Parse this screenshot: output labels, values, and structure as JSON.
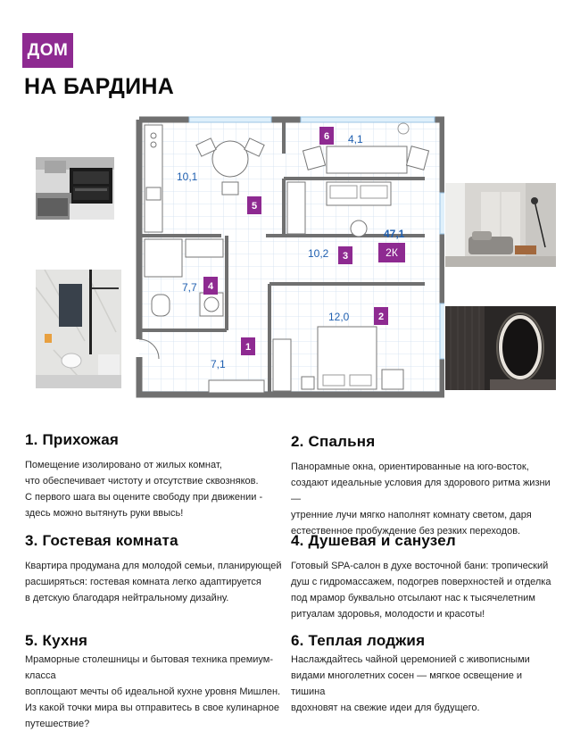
{
  "brand": {
    "title": "ДОМ",
    "subtitle": "НА БАРДИНА"
  },
  "plan": {
    "areas": {
      "kitchen": "10,1",
      "loggia": "4,1",
      "guest": "10,2",
      "total": "47,1",
      "bathroom": "7,7",
      "bedroom": "12,0",
      "hallway": "7,1"
    },
    "badges": [
      "1",
      "2",
      "3",
      "4",
      "5",
      "6"
    ],
    "type_badge": "2К"
  },
  "sections": [
    {
      "title": "1. Прихожая",
      "lines": [
        "Помещение изолировано от жилых комнат,",
        "что обеспечивает чистоту и отсутствие сквозняков.",
        "С первого шага вы оцените свободу при движении -",
        "здесь можно вытянуть руки ввысь!"
      ]
    },
    {
      "title": "2. Спальня",
      "lines": [
        "Панорамные окна, ориентированные на юго-восток,",
        "создают идеальные условия для здорового ритма жизни —",
        "утренние лучи мягко наполнят комнату светом, даря",
        "естественное пробуждение без резких переходов."
      ]
    },
    {
      "title": "3. Гостевая комната",
      "lines": [
        "Квартира продумана для молодой семьи, планирующей",
        "расширяться: гостевая комната легко адаптируется",
        "в детскую благодаря нейтральному дизайну."
      ]
    },
    {
      "title": "4. Душевая и санузел",
      "lines": [
        "Готовый SPA-салон в духе восточной бани: тропический",
        "душ с гидромассажем, подогрев поверхностей и отделка",
        "под мрамор буквально отсылают нас к тысячелетним",
        "ритуалам здоровья, молодости и красоты!"
      ]
    },
    {
      "title": "5. Кухня",
      "lines": [
        "Мраморные столешницы и бытовая техника премиум-класса",
        "воплощают мечты об идеальной кухне уровня Мишлен.",
        "Из какой точки мира вы отправитесь в свое кулинарное",
        "путешествие?"
      ]
    },
    {
      "title": "6. Теплая лоджия",
      "lines": [
        "Наслаждайтесь чайной церемонией с живописными",
        "видами многолетних сосен — мягкое освещение и тишина",
        "вдохновят на свежие идеи для будущего."
      ]
    }
  ],
  "colors": {
    "accent": "#8e2a91",
    "plan_wall": "#6f6f6f",
    "plan_area_text": "#1f5fb0"
  }
}
